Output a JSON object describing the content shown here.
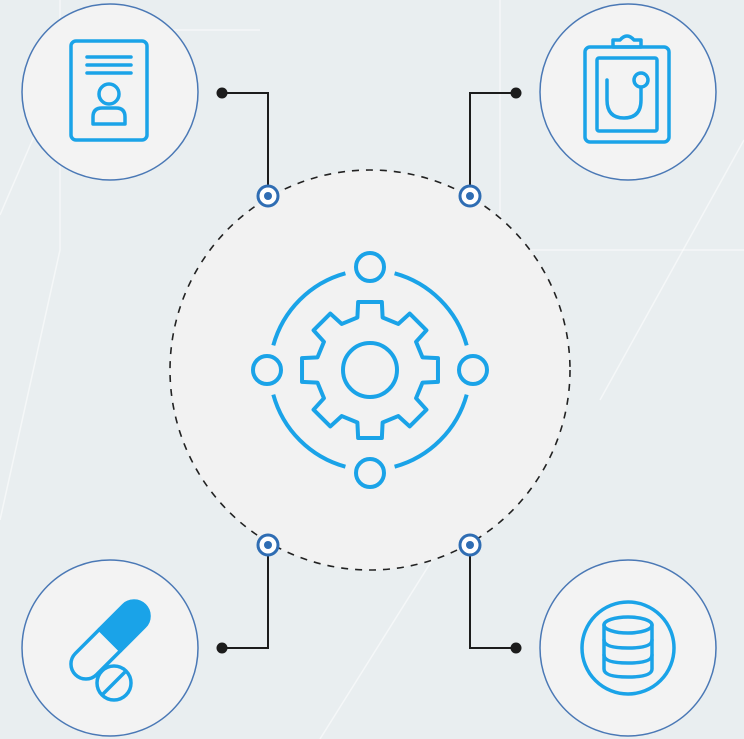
{
  "diagram": {
    "colors": {
      "background": "#e9eef0",
      "node_fill": "#f3f3f3",
      "node_border": "#4a78b5",
      "icon_stroke": "#1aa3e8",
      "icon_fill": "#1aa3e8",
      "connector": "#1c1c1c",
      "anchor": "#2f6db3",
      "dashed_ring": "#222222"
    },
    "center": {
      "icon": "gear-cycle-icon"
    },
    "nodes": [
      {
        "id": "patient-record",
        "icon": "patient-id-card-icon"
      },
      {
        "id": "medical-clipboard",
        "icon": "clipboard-stethoscope-icon"
      },
      {
        "id": "medication",
        "icon": "pill-capsule-icon"
      },
      {
        "id": "database",
        "icon": "database-icon"
      }
    ]
  }
}
